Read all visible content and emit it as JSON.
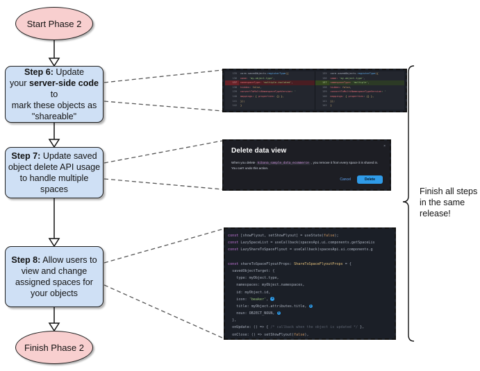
{
  "flow": {
    "start_label": "Start Phase 2",
    "finish_label": "Finish Phase 2",
    "bracket_note": "Finish all steps in the same release!",
    "steps": [
      {
        "id": "step6",
        "number": "Step 6:",
        "text_1": " Update",
        "text_2_pre": "your ",
        "text_2_bold": "server-side code",
        "text_2_post": " to",
        "text_3": "mark these objects as",
        "text_4": "\"shareable\""
      },
      {
        "id": "step7",
        "number": "Step 7:",
        "text_1": " Update saved",
        "text_2": "object delete API usage",
        "text_3": "to handle multiple spaces"
      },
      {
        "id": "step8",
        "number": "Step 8:",
        "text_1": " Allow users to",
        "text_2": "view and change",
        "text_3": "assigned spaces for",
        "text_4": "your objects"
      }
    ]
  },
  "diff_screenshot": {
    "left_lines": [
      {
        "num": "135",
        "kind": "ctx",
        "tokens": [
          {
            "t": "core",
            "c": "w"
          },
          {
            "t": ".",
            "c": "w"
          },
          {
            "t": "savedObjects",
            "c": "w"
          },
          {
            "t": ".",
            "c": "w"
          },
          {
            "t": "registerType",
            "c": "f"
          },
          {
            "t": "({",
            "c": "y"
          }
        ]
      },
      {
        "num": "136",
        "kind": "ctx",
        "tokens": [
          {
            "t": "  name: ",
            "c": "p"
          },
          {
            "t": "'my-object-type'",
            "c": "s"
          },
          {
            "t": ",",
            "c": "w"
          }
        ]
      },
      {
        "num": "137",
        "kind": "del",
        "tokens": [
          {
            "t": "  namespaceType: ",
            "c": "p"
          },
          {
            "t": "'multiple-isolated'",
            "c": "s"
          },
          {
            "t": ",",
            "c": "w"
          }
        ]
      },
      {
        "num": "138",
        "kind": "ctx",
        "tokens": [
          {
            "t": "  hidden: ",
            "c": "p"
          },
          {
            "t": "false",
            "c": "n"
          },
          {
            "t": ",",
            "c": "w"
          }
        ]
      },
      {
        "num": "139",
        "kind": "ctx",
        "tokens": [
          {
            "t": "  convertToMultiNamespaceTypeVersion",
            "c": "p"
          },
          {
            "t": ": '",
            "c": "s"
          }
        ]
      },
      {
        "num": "140",
        "kind": "ctx",
        "tokens": [
          {
            "t": "  mappings: ",
            "c": "p"
          },
          {
            "t": "{ ",
            "c": "y"
          },
          {
            "t": "properties",
            "c": "p"
          },
          {
            "t": ": ",
            "c": "w"
          },
          {
            "t": "{}",
            "c": "y"
          },
          {
            "t": " },",
            "c": "y"
          }
        ]
      },
      {
        "num": "141",
        "kind": "ctx",
        "tokens": [
          {
            "t": "});",
            "c": "y"
          }
        ]
      },
      {
        "num": "142",
        "kind": "ctx",
        "tokens": [
          {
            "t": "}",
            "c": "y"
          }
        ]
      }
    ],
    "right_lines": [
      {
        "num": "135",
        "kind": "ctx",
        "tokens": [
          {
            "t": "core",
            "c": "w"
          },
          {
            "t": ".",
            "c": "w"
          },
          {
            "t": "savedObjects",
            "c": "w"
          },
          {
            "t": ".",
            "c": "w"
          },
          {
            "t": "registerType",
            "c": "f"
          },
          {
            "t": "({",
            "c": "y"
          }
        ]
      },
      {
        "num": "136",
        "kind": "ctx",
        "tokens": [
          {
            "t": "  name: ",
            "c": "p"
          },
          {
            "t": "'my-object-type'",
            "c": "s"
          },
          {
            "t": ",",
            "c": "w"
          }
        ]
      },
      {
        "num": "137",
        "kind": "add",
        "tokens": [
          {
            "t": "  namespaceType: ",
            "c": "p"
          },
          {
            "t": "'multiple'",
            "c": "s"
          },
          {
            "t": ",",
            "c": "w"
          }
        ]
      },
      {
        "num": "138",
        "kind": "ctx",
        "tokens": [
          {
            "t": "  hidden: ",
            "c": "p"
          },
          {
            "t": "false",
            "c": "n"
          },
          {
            "t": ",",
            "c": "w"
          }
        ]
      },
      {
        "num": "139",
        "kind": "ctx",
        "tokens": [
          {
            "t": "  convertToMultiNamespaceTypeVersion",
            "c": "p"
          },
          {
            "t": ": '",
            "c": "s"
          }
        ]
      },
      {
        "num": "140",
        "kind": "ctx",
        "tokens": [
          {
            "t": "  mappings: ",
            "c": "p"
          },
          {
            "t": "{ ",
            "c": "y"
          },
          {
            "t": "properties",
            "c": "p"
          },
          {
            "t": ": ",
            "c": "w"
          },
          {
            "t": "{}",
            "c": "y"
          },
          {
            "t": " },",
            "c": "y"
          }
        ]
      },
      {
        "num": "141",
        "kind": "ctx",
        "tokens": [
          {
            "t": "});",
            "c": "y"
          }
        ]
      },
      {
        "num": "142",
        "kind": "ctx",
        "tokens": [
          {
            "t": "}",
            "c": "y"
          }
        ]
      }
    ]
  },
  "delete_dialog": {
    "title": "Delete data view",
    "body_before": "When you delete ",
    "body_code": "kibana_sample_data_ecommerce",
    "body_after": " , you remove it from every space it is shared in. You can't undo this action.",
    "cancel_label": "Cancel",
    "delete_label": "Delete",
    "close_glyph": "×",
    "accent_color": "#2f9be8"
  },
  "flyout_code": {
    "lines": [
      [
        {
          "t": "const ",
          "c": "k"
        },
        {
          "t": "[showFlyout, setShowFlyout] = ",
          "c": "w"
        },
        {
          "t": "useState",
          "c": "w"
        },
        {
          "t": "(",
          "c": "w"
        },
        {
          "t": "false",
          "c": "n"
        },
        {
          "t": ");",
          "c": "w"
        }
      ],
      [
        {
          "t": "const ",
          "c": "k"
        },
        {
          "t": "LazySpaceList = ",
          "c": "w"
        },
        {
          "t": "useCallback",
          "c": "w"
        },
        {
          "t": "(spacesApi.ui.components.getSpaceLis",
          "c": "w"
        }
      ],
      [
        {
          "t": "const ",
          "c": "k"
        },
        {
          "t": "LazyShareToSpaceFlyout = ",
          "c": "w"
        },
        {
          "t": "useCallback",
          "c": "w"
        },
        {
          "t": "(spacesApi.ui.components.g",
          "c": "w"
        }
      ],
      [
        {
          "t": "",
          "c": "w"
        }
      ],
      [
        {
          "t": "const ",
          "c": "k"
        },
        {
          "t": "shareToSpaceFlyoutProps: ",
          "c": "w"
        },
        {
          "t": "ShareToSpaceFlyoutProps",
          "c": "y"
        },
        {
          "t": " = {",
          "c": "w"
        }
      ],
      [
        {
          "t": "  savedObjectTarget: {",
          "c": "w"
        }
      ],
      [
        {
          "t": "    type: myObject.type,",
          "c": "w"
        }
      ],
      [
        {
          "t": "    namespaces: myObject.namespaces,",
          "c": "w"
        }
      ],
      [
        {
          "t": "    id: myObject.id,",
          "c": "w"
        }
      ],
      [
        {
          "t": "    icon: ",
          "c": "w"
        },
        {
          "t": "'beaker'",
          "c": "s"
        },
        {
          "t": ", ",
          "c": "w"
        },
        {
          "t": "1",
          "c": "badge"
        }
      ],
      [
        {
          "t": "    title: myObject.attributes.title, ",
          "c": "w"
        },
        {
          "t": "2",
          "c": "badge"
        }
      ],
      [
        {
          "t": "    noun: OBJECT_NOUN, ",
          "c": "w"
        },
        {
          "t": "3",
          "c": "badge"
        }
      ],
      [
        {
          "t": "  },",
          "c": "w"
        }
      ],
      [
        {
          "t": "  onUpdate: () => { ",
          "c": "w"
        },
        {
          "t": "/* callback when the object is updated */",
          "c": "cmt"
        },
        {
          "t": " },",
          "c": "w"
        }
      ],
      [
        {
          "t": "  onClose: () => setShowFlyout(",
          "c": "w"
        },
        {
          "t": "false",
          "c": "n"
        },
        {
          "t": "),",
          "c": "w"
        }
      ],
      [
        {
          "t": "};",
          "c": "w"
        }
      ]
    ]
  }
}
